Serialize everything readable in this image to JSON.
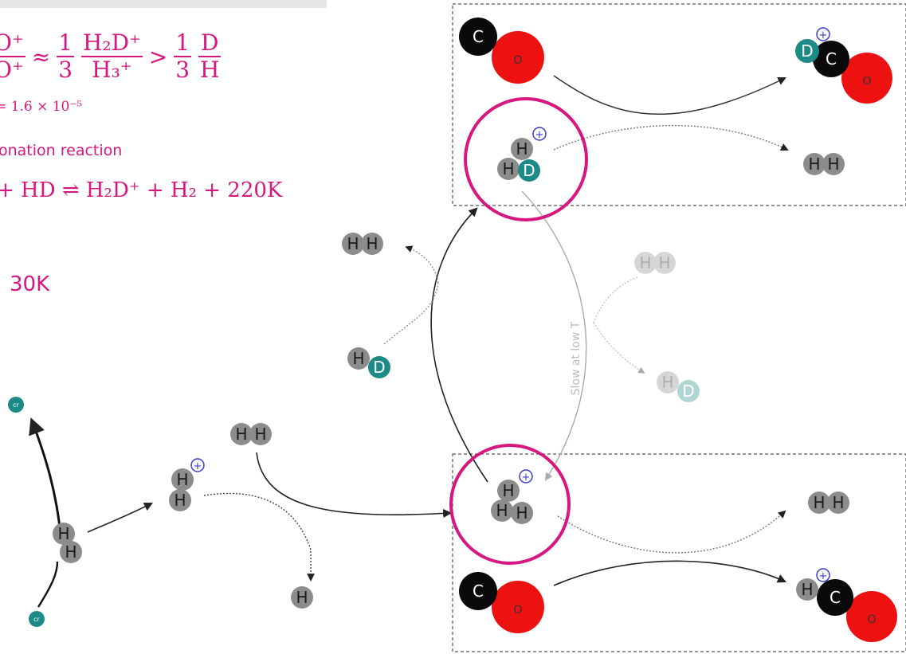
{
  "equation_top": {
    "lhs_num": "O⁺",
    "lhs_den": "O⁺",
    "approx": "≈",
    "coef1_num": "1",
    "coef1_den": "3",
    "mid_num": "H₂D⁺",
    "mid_den": "H₃⁺",
    "gt": ">",
    "coef2_num": "1",
    "coef2_den": "3",
    "rhs_num": "D",
    "rhs_den": "H",
    "value": "= 1.6 × 10⁻⁵"
  },
  "reaction_caption": "onation reaction",
  "reaction_equation": "+ HD ⇌ H₂D⁺ + H₂ + 220K",
  "temperature": "30K",
  "arrow_label": "Slow at low T",
  "atoms": {
    "C": "C",
    "O": "O",
    "H": "H",
    "D": "D",
    "plus": "+",
    "cr": "cr"
  },
  "colors": {
    "accent": "#d8167f",
    "hydrogen": "#8c8c8c",
    "deuterium": "#1c8a87",
    "carbon": "#0a0a0a",
    "oxygen": "#ee1111",
    "plus_ring": "#3a3ad0"
  }
}
